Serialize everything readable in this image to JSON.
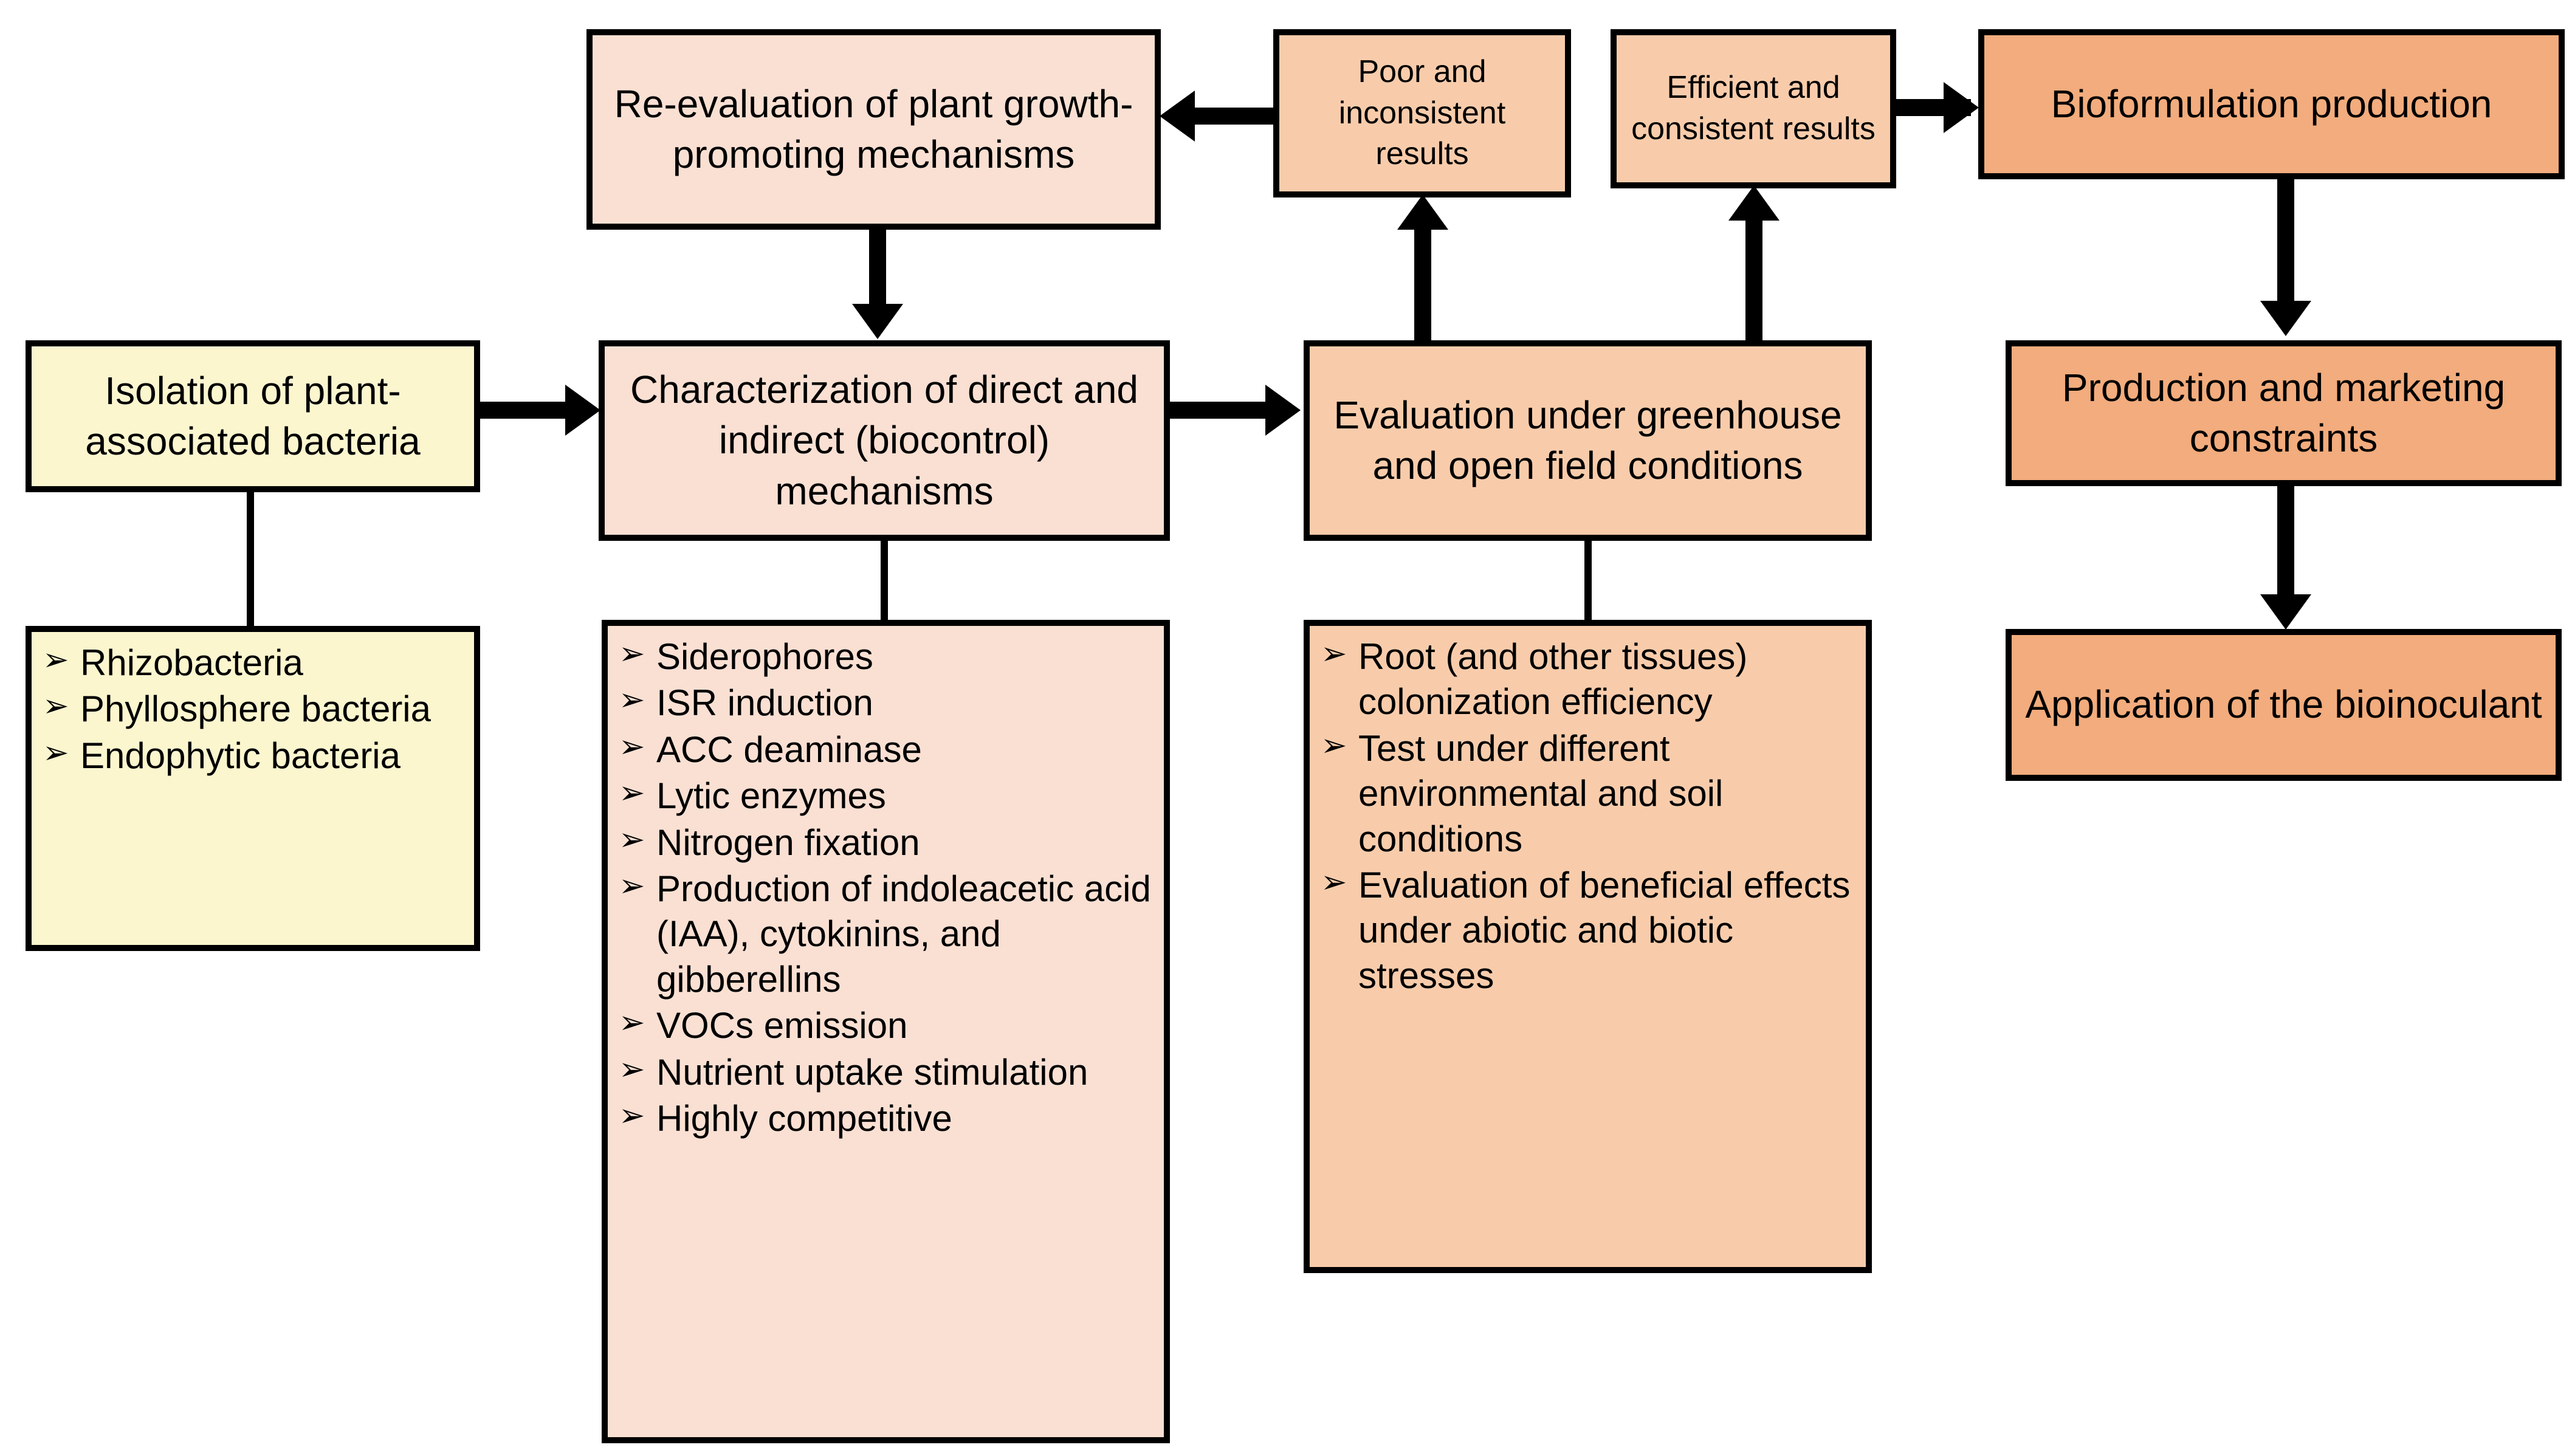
{
  "diagram": {
    "title": "Plant growth-promoting bacteria bioinoculant development workflow",
    "colors": {
      "yellow": "#FCF6CF",
      "peach_light": "#FAE0D3",
      "peach_mid": "#F8CCAB",
      "orange": "#F2AC7D",
      "stroke": "#000000",
      "background": "#FFFFFF"
    },
    "bullet_glyph": "➢"
  },
  "nodes": {
    "reevaluation": {
      "label": "Re-evaluation of plant growth-promoting mechanisms"
    },
    "poor_results": {
      "label": "Poor and inconsistent results"
    },
    "efficient_results": {
      "label": "Efficient and consistent results"
    },
    "bioformulation": {
      "label": "Bioformulation production"
    },
    "isolation": {
      "label": "Isolation of plant-associated bacteria"
    },
    "characterization": {
      "label": "Characterization of direct and indirect (biocontrol) mechanisms"
    },
    "evaluation": {
      "label": "Evaluation under greenhouse and open field conditions"
    },
    "constraints": {
      "label": "Production and marketing constraints"
    },
    "application": {
      "label": "Application of the bioinoculant"
    }
  },
  "lists": {
    "bacteria_types": {
      "items": [
        "Rhizobacteria",
        "Phyllosphere bacteria",
        "Endophytic bacteria"
      ]
    },
    "mechanisms": {
      "items": [
        "Siderophores",
        "ISR induction",
        "ACC deaminase",
        "Lytic enzymes",
        "Nitrogen fixation",
        "Production of indoleacetic acid (IAA), cytokinins, and gibberellins",
        "VOCs emission",
        "Nutrient uptake stimulation",
        "Highly competitive"
      ]
    },
    "field_evaluation": {
      "items": [
        "Root (and other tissues) colonization efficiency",
        "Test under different environmental and soil conditions",
        "Evaluation of beneficial effects under abiotic and biotic stresses"
      ]
    }
  }
}
